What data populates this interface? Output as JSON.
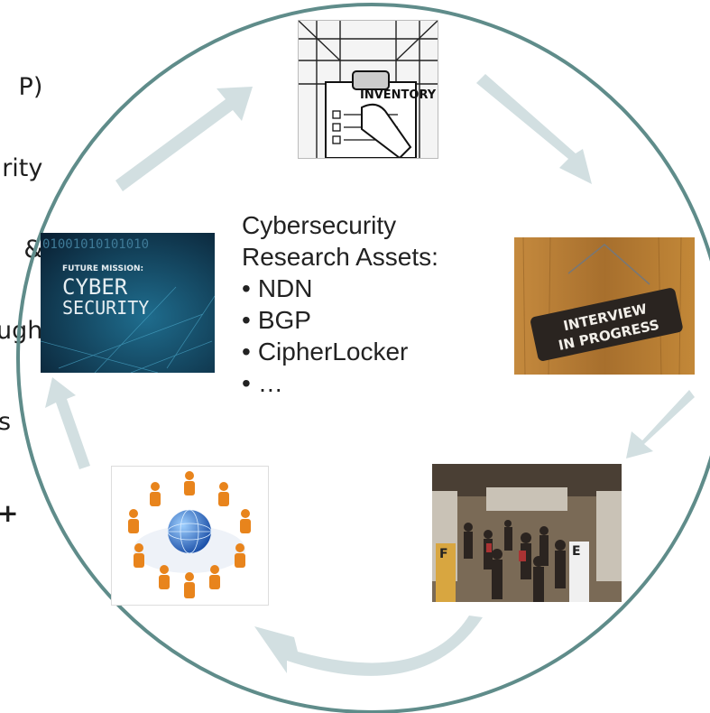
{
  "left_fragments": {
    "lines": [
      "P)",
      "rity",
      "&",
      "ugh"
    ],
    "s_char": "s",
    "plus_char": "+"
  },
  "center": {
    "title_line1": "Cybersecurity",
    "title_line2": "Research Assets:",
    "bullets": [
      "NDN",
      "BGP",
      "CipherLocker",
      "…"
    ]
  },
  "images": {
    "inventory": {
      "sign": "INVENTORY"
    },
    "interview": {
      "line1": "INTERVIEW",
      "line2": "IN PROGRESS"
    },
    "cyber": {
      "binary": "01001010101010",
      "kicker": "FUTURE MISSION:",
      "word1": "CYBER",
      "word2": "SECURITY"
    },
    "expo": {
      "letter_left": "F",
      "letter_right": "E"
    }
  },
  "colors": {
    "ring": "#5f8c8a",
    "arrow": "#d2dfe1",
    "wood": "#b07a35",
    "cyber_bg": "#0e3550",
    "globe": "#2a6fd0",
    "people": "#e8841c"
  }
}
